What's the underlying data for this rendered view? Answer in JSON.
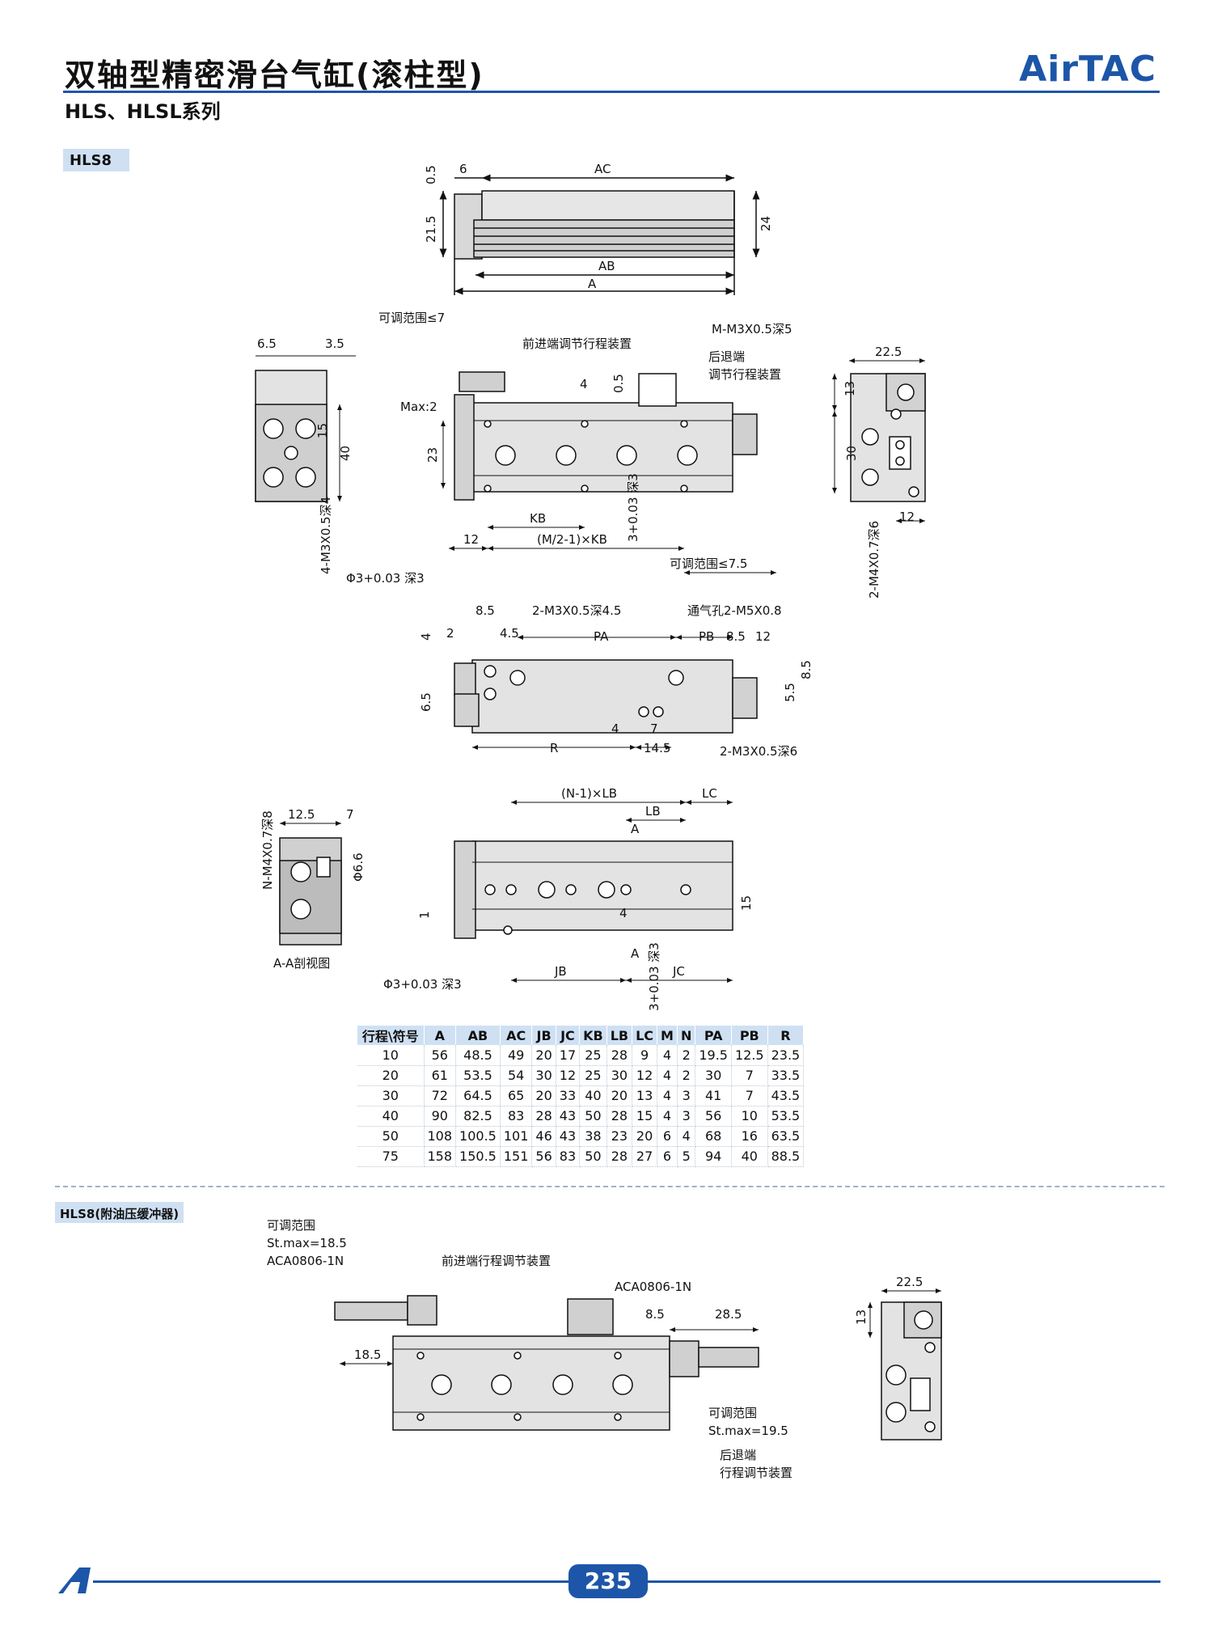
{
  "header": {
    "title": "双轴型精密滑台气缸(滚柱型)",
    "subtitle": "HLS、HLSL系列",
    "logo": "AirTAC",
    "brand_color": "#1d56a8"
  },
  "section1": {
    "tag": "HLS8",
    "labels": {
      "ac": "AC",
      "ab": "AB",
      "a": "A",
      "d05": "0.5",
      "d6": "6",
      "d215": "21.5",
      "d24": "24",
      "adj7": "可调范围≤7",
      "front_adj": "前进端调节行程装置",
      "m_thread": "M-M3X0.5深5",
      "rear_end": "后退端",
      "rear_adj": "调节行程装置",
      "d65": "6.5",
      "d35": "3.5",
      "d225": "22.5",
      "max2": "Max:2",
      "d4": "4",
      "d05b": "0.5",
      "d15": "15",
      "d40": "40",
      "d23": "23",
      "d13": "13",
      "d30": "30",
      "m3x4": "4-M3X0.5深4",
      "kb": "KB",
      "mkb": "(M/2-1)×KB",
      "d12": "12",
      "d3tol": "3+0.03 深3",
      "phi3": "Φ3+0.03 深3",
      "adj75": "可调范围≤7.5",
      "d12b": "12",
      "m4x6": "2-M4X0.7深6",
      "d85": "8.5",
      "m3x45": "2-M3X0.5深4.5",
      "vent": "通气孔2-M5X0.8",
      "d2": "2",
      "d45": "4.5",
      "pa": "PA",
      "pb": "PB",
      "d85b": "8.5",
      "d12c": "12",
      "d4b": "4",
      "d65b": "6.5",
      "d85c": "8.5",
      "d55": "5.5",
      "d4c": "4",
      "d7": "7",
      "r": "R",
      "d145": "14.5",
      "m3x6": "2-M3X0.5深6",
      "nm4": "N-M4X0.7深8",
      "d125": "12.5",
      "d7b": "7",
      "phi66": "Φ6.6",
      "section": "A-A剖视图",
      "nlb": "(N-1)×LB",
      "lc": "LC",
      "lb": "LB",
      "aa": "A",
      "d1": "1",
      "d4d": "4",
      "d15b": "15",
      "jb": "JB",
      "ab2": "A",
      "jc": "JC",
      "phi3b": "Φ3+0.03 深3",
      "d3tolb": "3+0.03 深3"
    }
  },
  "table": {
    "headers": [
      "行程\\符号",
      "A",
      "AB",
      "AC",
      "JB",
      "JC",
      "KB",
      "LB",
      "LC",
      "M",
      "N",
      "PA",
      "PB",
      "R"
    ],
    "rows": [
      [
        "10",
        "56",
        "48.5",
        "49",
        "20",
        "17",
        "25",
        "28",
        "9",
        "4",
        "2",
        "19.5",
        "12.5",
        "23.5"
      ],
      [
        "20",
        "61",
        "53.5",
        "54",
        "30",
        "12",
        "25",
        "30",
        "12",
        "4",
        "2",
        "30",
        "7",
        "33.5"
      ],
      [
        "30",
        "72",
        "64.5",
        "65",
        "20",
        "33",
        "40",
        "20",
        "13",
        "4",
        "3",
        "41",
        "7",
        "43.5"
      ],
      [
        "40",
        "90",
        "82.5",
        "83",
        "28",
        "43",
        "50",
        "28",
        "15",
        "4",
        "3",
        "56",
        "10",
        "53.5"
      ],
      [
        "50",
        "108",
        "100.5",
        "101",
        "46",
        "43",
        "38",
        "23",
        "20",
        "6",
        "4",
        "68",
        "16",
        "63.5"
      ],
      [
        "75",
        "158",
        "150.5",
        "151",
        "56",
        "83",
        "50",
        "28",
        "27",
        "6",
        "5",
        "94",
        "40",
        "88.5"
      ]
    ]
  },
  "section2": {
    "tag": "HLS8(附油压缓冲器)",
    "labels": {
      "adj": "可调范围",
      "stmax": "St.max=18.5",
      "aca1": "ACA0806-1N",
      "front_adj": "前进端行程调节装置",
      "aca2": "ACA0806-1N",
      "d85": "8.5",
      "d285": "28.5",
      "d185": "18.5",
      "adj2": "可调范围",
      "stmax2": "St.max=19.5",
      "rear_end": "后退端",
      "rear_adj": "行程调节装置",
      "d225": "22.5",
      "d13": "13"
    }
  },
  "footer": {
    "page": "235"
  }
}
